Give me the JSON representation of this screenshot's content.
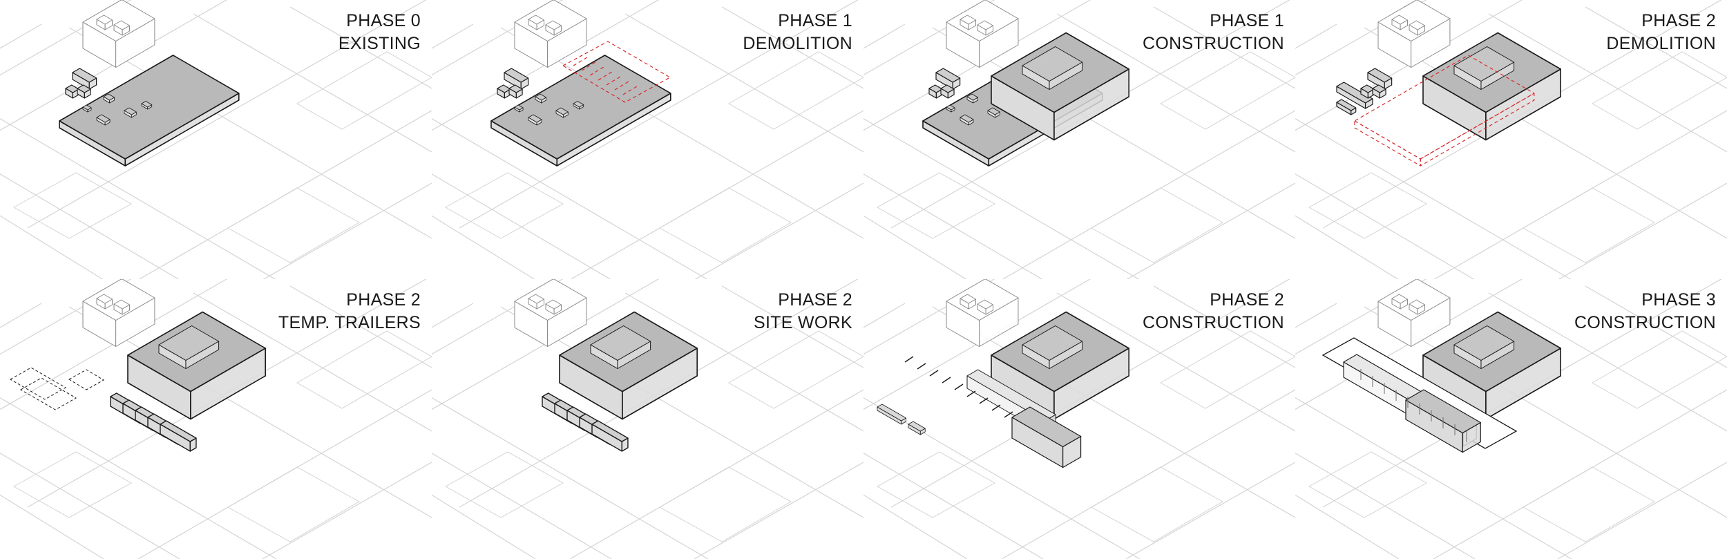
{
  "panels": [
    {
      "line1": "PHASE 0",
      "line2": "EXISTING"
    },
    {
      "line1": "PHASE 1",
      "line2": "DEMOLITION"
    },
    {
      "line1": "PHASE 1",
      "line2": "CONSTRUCTION"
    },
    {
      "line1": "PHASE 2",
      "line2": "DEMOLITION"
    },
    {
      "line1": "PHASE 2",
      "line2": "TEMP. TRAILERS"
    },
    {
      "line1": "PHASE 2",
      "line2": "SITE WORK"
    },
    {
      "line1": "PHASE 2",
      "line2": "CONSTRUCTION"
    },
    {
      "line1": "PHASE 3",
      "line2": "CONSTRUCTION"
    }
  ],
  "colors": {
    "street_line": "#d4d4d4",
    "building_roof": "#b9b9b9",
    "building_wall": "#dcdcdc",
    "outline": "#1a1a1a",
    "demolition": "#d8282a"
  }
}
